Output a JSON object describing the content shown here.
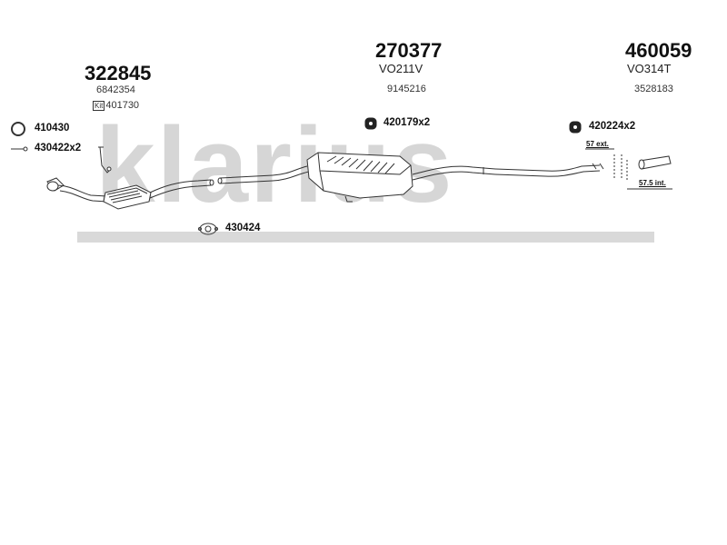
{
  "watermark": {
    "text": "klarius",
    "color": "#cfcfcf"
  },
  "parts": [
    {
      "number": "322845",
      "oem": "6842354",
      "kit_label": "Kit",
      "kit_number": "401730"
    },
    {
      "number": "270377",
      "code": "VO211V",
      "oem": "9145216"
    },
    {
      "number": "460059",
      "code": "VO314T",
      "oem": "3528183"
    }
  ],
  "accessories": [
    {
      "label": "410430"
    },
    {
      "label": "430422x2"
    },
    {
      "label": "420179x2"
    },
    {
      "label": "420224x2"
    },
    {
      "label": "430424"
    }
  ],
  "dimensions": {
    "ext": "57 ext.",
    "int": "57.5 int."
  }
}
